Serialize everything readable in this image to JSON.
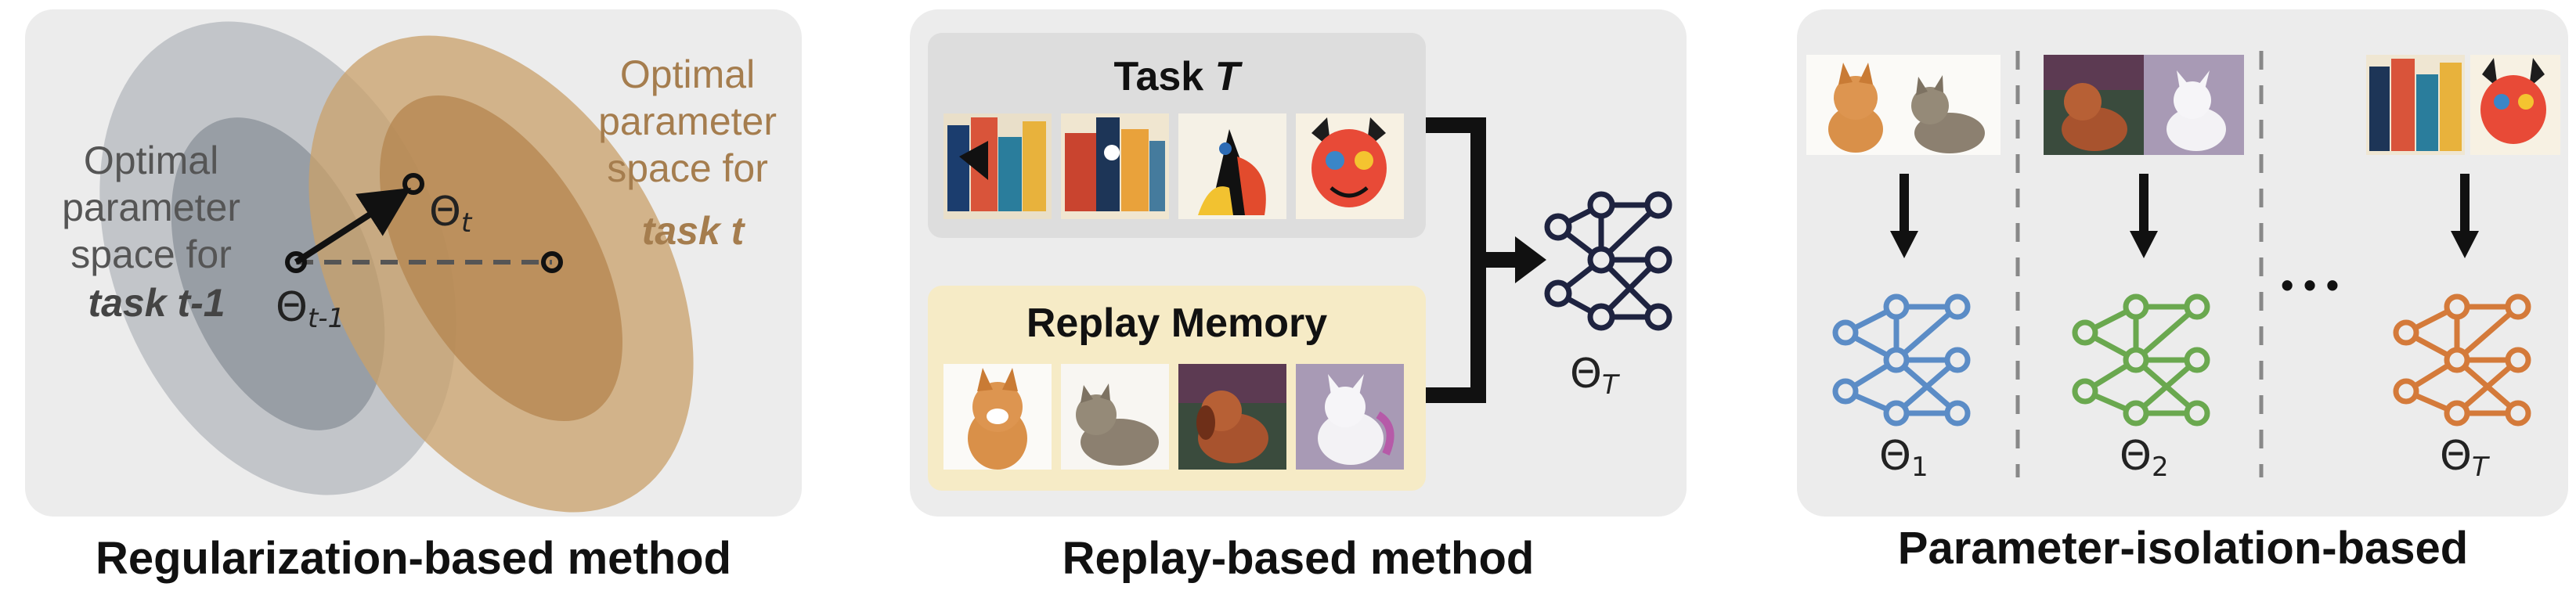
{
  "panels": {
    "regularization": {
      "caption": "Regularization-based method",
      "prev_task_label": [
        "Optimal",
        "parameter",
        "space for",
        "task t-1"
      ],
      "curr_task_label": [
        "Optimal",
        "parameter",
        "space for",
        "task t"
      ],
      "theta_symbol": "Θ",
      "theta_curr_sub": "t",
      "theta_prev_sub": "t-1"
    },
    "replay": {
      "caption": "Replay-based method",
      "task_title": "Task",
      "task_title_var": "T",
      "memory_title": "Replay Memory",
      "theta_symbol": "Θ",
      "theta_sub": "T"
    },
    "isolation": {
      "caption": "Parameter-isolation-based",
      "ellipsis": "• • •",
      "models": [
        {
          "theta": "Θ",
          "sub": "1",
          "color": "#5b8cc6"
        },
        {
          "theta": "Θ",
          "sub": "2",
          "color": "#6aa84f"
        },
        {
          "theta": "Θ",
          "sub": "T",
          "color": "#d47a3a"
        }
      ]
    }
  },
  "colors": {
    "panel_bg": "#ececec",
    "gray_ellipse": "#9aa0a8",
    "brown_ellipse": "#c49a64",
    "task_box": "#dddddd",
    "memory_box": "#f6ebc6"
  }
}
